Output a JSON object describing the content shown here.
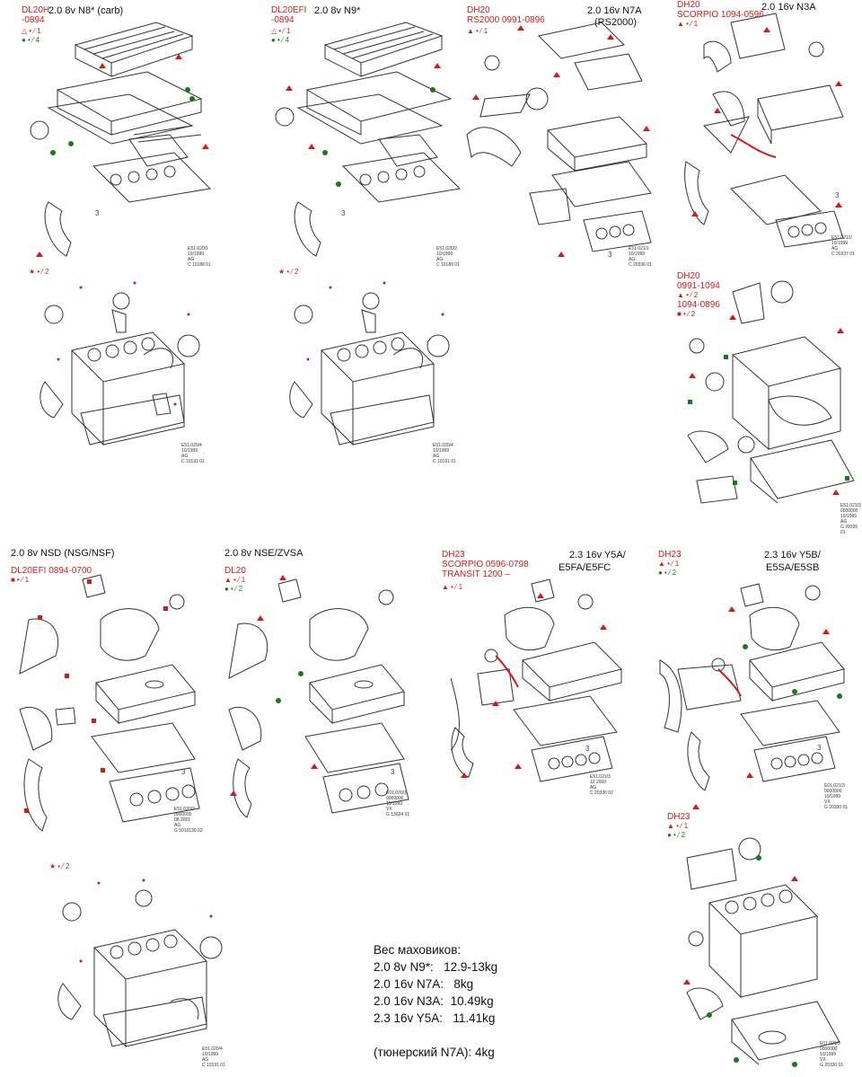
{
  "panels": [
    {
      "code": [
        "DL20H",
        "-0894"
      ],
      "title": "2.0 8v N8* (carb)",
      "legend": [
        "△ • ⁄ 1",
        "● • ⁄ 4"
      ],
      "catalog": [
        "E51.020/1",
        "10/1999",
        "AG",
        "C 10188 01"
      ],
      "callout": "3"
    },
    {
      "code": [
        "DL20EFI",
        "-0894"
      ],
      "title": "2.0 8v N9*",
      "legend": [
        "△ • ⁄ 1",
        "● • ⁄ 4"
      ],
      "catalog": [
        "E51.020/2",
        "10/1999",
        "AG",
        "C 10189 01"
      ],
      "callout": "3"
    },
    {
      "code": [
        "DH20",
        "RS2000 0991-0896"
      ],
      "title": "2.0 16v N7A",
      "subtitle": "(RS2000)",
      "legend": [
        "▲ • ⁄ 1"
      ],
      "catalog": [
        "E51.021/1",
        "10/1999",
        "AG",
        "C 20336 01"
      ],
      "callout": "3"
    },
    {
      "code": [
        "DH20",
        "SCORPIO 1094-0596"
      ],
      "title": "2.0 16v N3A",
      "legend": [
        "▲ • ⁄ 1"
      ],
      "catalog": [
        "E51.021/2",
        "10/1999",
        "AG",
        "C 20337 01"
      ],
      "callout": "3"
    },
    {
      "legend": [
        "★ • ⁄ 2"
      ],
      "catalog": [
        "E51.020/4",
        "10/1999",
        "AG",
        "C 10191 01"
      ]
    },
    {
      "legend": [
        "★ • ⁄ 2"
      ],
      "catalog": [
        "E51.020/4",
        "10/1999",
        "AG",
        "C 10191 01"
      ]
    },
    {
      "code": [
        "DH20",
        "0991-1094"
      ],
      "legend": [
        "▲ • ⁄ 2"
      ],
      "code2": "1094-0896",
      "legend2": [
        "■ • ⁄ 2"
      ],
      "catalog": [
        "E51.021/3",
        "0000000",
        "10/1999",
        "AG",
        "G 20335 01"
      ]
    },
    {
      "title": "2.0 8v NSD (NSG/NSF)",
      "code": [
        "DL20EFI 0894-0700"
      ],
      "legend": [
        "■ • ⁄ 1"
      ],
      "catalog": [
        "E51.020/3",
        "0000000",
        "08.2001",
        "AG",
        "G 5010136 02"
      ],
      "callout": "3"
    },
    {
      "title": "2.0 8v NSE/ZVSA",
      "code": [
        "DL20"
      ],
      "legend": [
        "▲ • ⁄ 1",
        "● • ⁄ 2"
      ],
      "catalog": [
        "E01.020/1",
        "0000000",
        "10/1999",
        "VX",
        "G 13634 01"
      ],
      "callout": "3"
    },
    {
      "code": [
        "DH23",
        "SCORPIO 0596-0798",
        "TRANSIT   1200 –"
      ],
      "title": "2.3 16v Y5A/",
      "subtitle": "E5FA/E5FC",
      "legend": [
        "▲ • ⁄ 1"
      ],
      "catalog": [
        "E51.021/3",
        "12.2000",
        "AG",
        "C 20336 02"
      ],
      "callout": "3"
    },
    {
      "code": [
        "DH23"
      ],
      "title": "2.3 16v Y5B/",
      "subtitle": "E5SA/E5SB",
      "legend": [
        "▲ • ⁄ 1",
        "● • ⁄ 2"
      ],
      "catalog": [
        "E01.021/3",
        "0000000",
        "10/1999",
        "VX",
        "G 20330 01"
      ],
      "callout": "3"
    },
    {
      "legend": [
        "★ • ⁄ 2"
      ],
      "catalog": [
        "E51.020/4",
        "10/1999",
        "AG",
        "C 10191 01"
      ]
    },
    {
      "code": [
        "DH23"
      ],
      "legend": [
        "▲ • ⁄ 1",
        "● • ⁄ 2"
      ],
      "catalog": [
        "E01.021/3",
        "0000000",
        "10/1999",
        "VX",
        "G 20330 01"
      ]
    }
  ],
  "weights": {
    "heading": "Вес маховиков:",
    "rows": [
      {
        "engine": "2.0 8v N9*:",
        "value": "12.9-13kg"
      },
      {
        "engine": "2.0 16v N7A:",
        "value": "8kg"
      },
      {
        "engine": "2.0 16v N3A:",
        "value": "10.49kg"
      },
      {
        "engine": "2.3 16v Y5A:",
        "value": "11.41kg"
      }
    ],
    "note": "(тюнерский N7A): 4kg"
  },
  "colors": {
    "red": "#d21a1a",
    "green": "#1a7a1a",
    "blue": "#2a3aa8",
    "line": "#333333"
  },
  "icons": [
    "triangle-outline-icon",
    "dot-green-icon",
    "triangle-red-icon",
    "square-red-icon",
    "star-red-icon"
  ]
}
